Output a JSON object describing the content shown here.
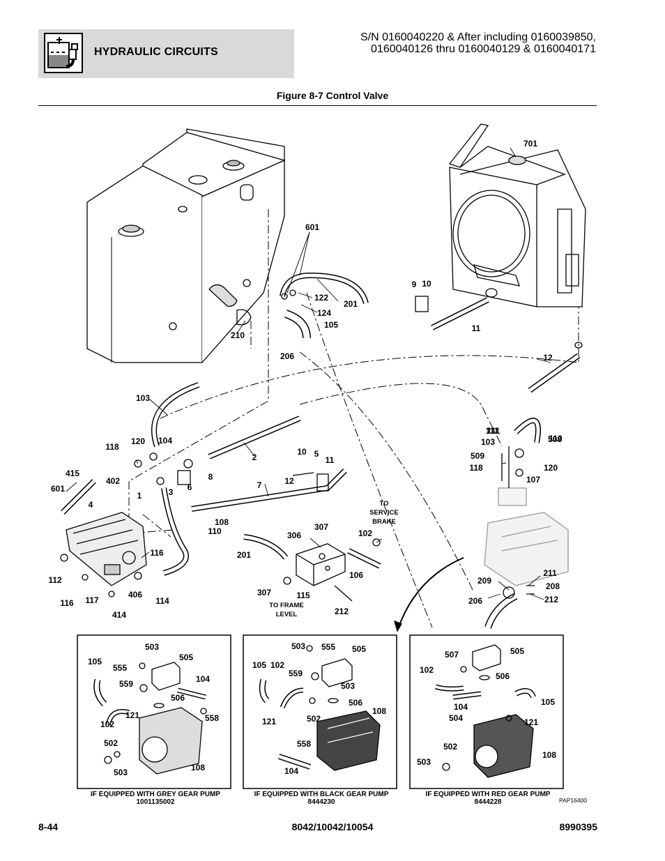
{
  "header": {
    "section_title": "HYDRAULIC CIRCUITS",
    "icon": "hydraulic-tank-icon",
    "serial_line1": "S/N 0160040220 & After including 0160039850,",
    "serial_line2": "0160040126 thru 0160040129 & 0160040171"
  },
  "figure": {
    "title": "Figure 8-7 Control Valve",
    "notes": {
      "to_service_brake": [
        "TO",
        "SERVICE",
        "BRAKE"
      ],
      "to_frame_level": [
        "TO FRAME",
        "LEVEL"
      ]
    },
    "callouts_main": [
      "701",
      "601",
      "9",
      "10",
      "122",
      "201",
      "124",
      "105",
      "11",
      "210",
      "206",
      "12",
      "103",
      "110",
      "111",
      "120",
      "104",
      "118",
      "415",
      "402",
      "601",
      "4",
      "8",
      "10",
      "5",
      "11",
      "12",
      "2",
      "7",
      "1",
      "3",
      "6",
      "108",
      "110",
      "111",
      "103",
      "508",
      "509",
      "118",
      "120",
      "107",
      "116",
      "112",
      "116",
      "117",
      "414",
      "406",
      "114",
      "306",
      "307",
      "102",
      "201",
      "106",
      "307",
      "115",
      "212",
      "211",
      "209",
      "208",
      "212",
      "206"
    ],
    "insets": [
      {
        "caption": "IF EQUIPPED WITH GREY GEAR PUMP",
        "part_number": "1001135002",
        "callouts": [
          "503",
          "505",
          "105",
          "555",
          "104",
          "559",
          "506",
          "121",
          "558",
          "102",
          "502",
          "503",
          "108"
        ]
      },
      {
        "caption": "IF EQUIPPED WITH BLACK GEAR PUMP",
        "part_number": "8444230",
        "callouts": [
          "503",
          "555",
          "505",
          "105",
          "102",
          "559",
          "503",
          "506",
          "108",
          "121",
          "502",
          "558",
          "104"
        ]
      },
      {
        "caption": "IF EQUIPPED WITH RED GEAR PUMP",
        "part_number": "8444228",
        "callouts": [
          "507",
          "505",
          "102",
          "506",
          "104",
          "105",
          "504",
          "121",
          "502",
          "108",
          "503"
        ]
      }
    ],
    "drawing_id": "PAP16400"
  },
  "footer": {
    "page": "8-44",
    "models": "8042/10042/10054",
    "doc_number": "8990395"
  }
}
